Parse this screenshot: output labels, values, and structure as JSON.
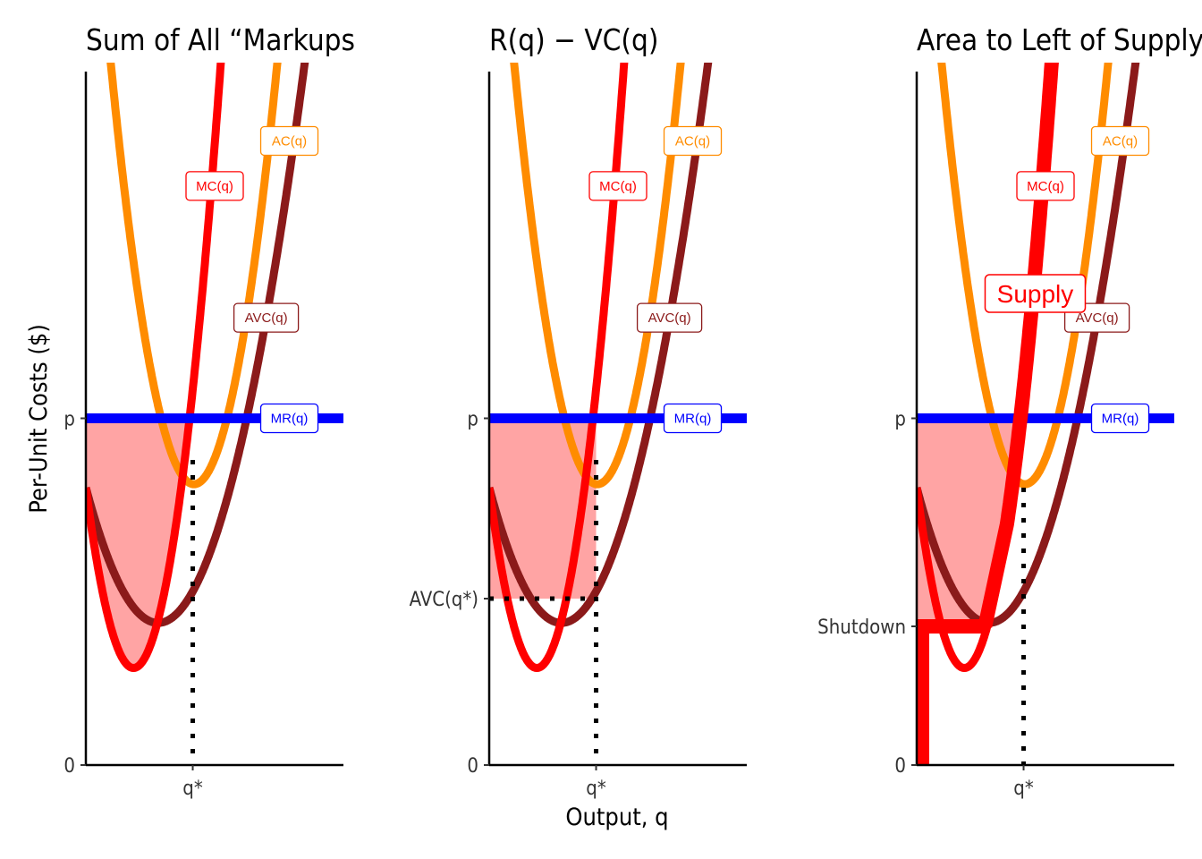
{
  "chart_data": {
    "type": "line",
    "ylabel": "Per-Unit Costs ($)",
    "xlabel": "Output, q",
    "ylim": [
      0,
      100
    ],
    "xlim": [
      0,
      10
    ],
    "colors": {
      "mc": "#ff0000",
      "ac": "#ff8c00",
      "avc": "#8b1a1a",
      "mr": "#0000ff",
      "shade": "#ff9a9a",
      "supply": "#ff0000"
    },
    "series": [
      {
        "name": "MC(q)",
        "vertex_x": 1.85,
        "vertex_y": 14,
        "x": [
          0,
          1.85,
          5.5
        ],
        "y": [
          40,
          14,
          98
        ]
      },
      {
        "name": "AC(q)",
        "vertex_x": 4.2,
        "vertex_y": 40.5,
        "x": [
          1,
          4.2,
          8.2
        ],
        "y": [
          100,
          40.5,
          99
        ]
      },
      {
        "name": "AVC(q)",
        "vertex_x": 2.8,
        "vertex_y": 20.5,
        "x": [
          0,
          2.8,
          8.7
        ],
        "y": [
          40,
          20.5,
          98
        ]
      },
      {
        "name": "MR(q)",
        "x": [
          0,
          10
        ],
        "y": [
          50,
          50
        ]
      }
    ],
    "panels": [
      {
        "title": "Sum of All “Markups”",
        "yticks": [
          {
            "label": "0",
            "value": 0
          },
          {
            "label": "p",
            "value": 50
          }
        ],
        "xticks": [
          {
            "label": "q*",
            "value": 4.15
          }
        ],
        "labels": [
          "MC(q)",
          "AC(q)",
          "AVC(q)",
          "MR(q)"
        ]
      },
      {
        "title": "R(q) − VC(q)",
        "yticks": [
          {
            "label": "0",
            "value": 0
          },
          {
            "label": "AVC(q*)",
            "value": 24
          },
          {
            "label": "p",
            "value": 50
          }
        ],
        "xticks": [
          {
            "label": "q*",
            "value": 4.15
          }
        ],
        "labels": [
          "MC(q)",
          "AC(q)",
          "AVC(q)",
          "MR(q)"
        ]
      },
      {
        "title": "Area to Left of Supply",
        "yticks": [
          {
            "label": "0",
            "value": 0
          },
          {
            "label": "Shutdown",
            "value": 20
          },
          {
            "label": "p",
            "value": 50
          }
        ],
        "xticks": [
          {
            "label": "q*",
            "value": 4.15
          }
        ],
        "labels": [
          "MC(q)",
          "AC(q)",
          "AVC(q)",
          "MR(q)",
          "Supply"
        ]
      }
    ]
  }
}
